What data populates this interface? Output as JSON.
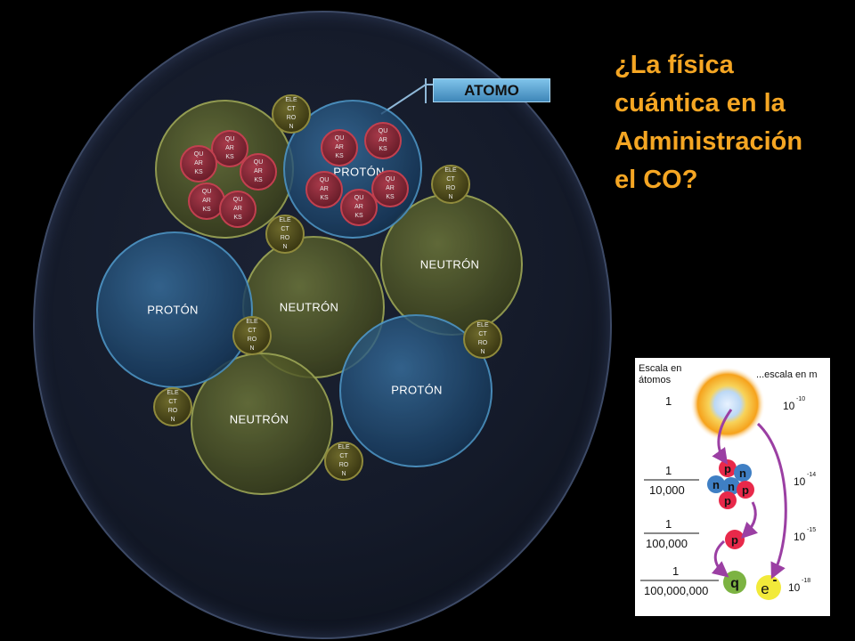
{
  "title_lines": [
    "¿La física",
    "cuántica en la",
    "Administración",
    "el CO?"
  ],
  "atom_label": "ATOMO",
  "labels": {
    "proton": "PROTÓN",
    "neutron": "NEUTRÓN",
    "electron_lines": [
      "ELE",
      "CT",
      "RO",
      "N"
    ],
    "quark_lines": [
      "QU",
      "AR",
      "KS"
    ]
  },
  "scale_diagram": {
    "left_header": [
      "Escala en",
      "átomos"
    ],
    "right_header": "...escala en m",
    "ratios": [
      {
        "numerator": "1",
        "denominator": ""
      },
      {
        "numerator": "1",
        "denominator": "10,000"
      },
      {
        "numerator": "1",
        "denominator": "100,000"
      },
      {
        "numerator": "1",
        "denominator": "100,000,000"
      }
    ],
    "exponents": [
      {
        "base": "10",
        "exp": "-10"
      },
      {
        "base": "10",
        "exp": "-14"
      },
      {
        "base": "10",
        "exp": "-15"
      },
      {
        "base": "10",
        "exp": "-18"
      }
    ],
    "nucleus_letters": [
      "p",
      "n",
      "n",
      "n",
      "p",
      "p"
    ],
    "proton_letter": "p",
    "quark_letter": "q",
    "electron_letter": "e",
    "electron_sup": "-"
  },
  "colors": {
    "title": "#f5a623",
    "proton_sphere": "#e8294a",
    "neutron_sphere": "#3f7fc4",
    "quark_sphere": "#7cb342",
    "electron_sphere": "#f2ea3a",
    "arrow": "#9b3fa3"
  }
}
